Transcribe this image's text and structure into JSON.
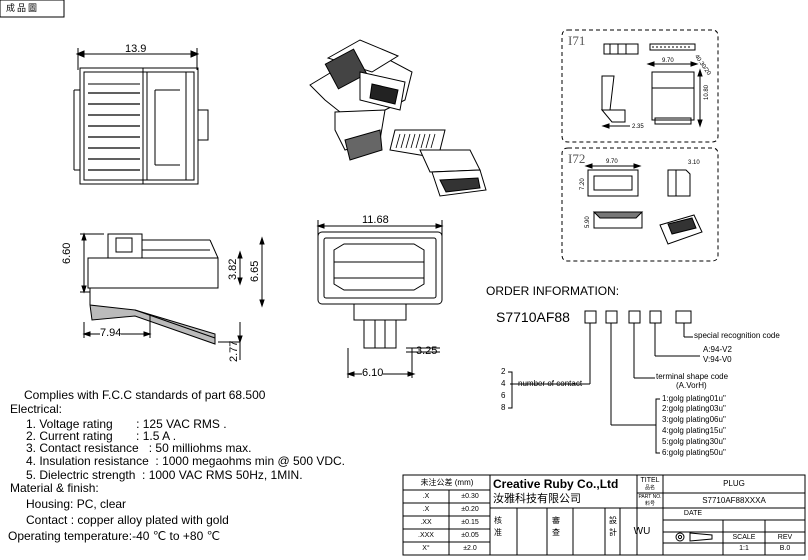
{
  "header": {
    "tab": "成品圖"
  },
  "dimensions": {
    "width_top": "13.9",
    "width_front": "11.68",
    "height_side": "6.60",
    "h_inner": "3.82",
    "h_outer": "6.65",
    "len_side": "7.94",
    "h_tail": "2.77",
    "bottom_w": "6.10",
    "bottom_h": "3.25"
  },
  "detail_i71": {
    "label": "I71",
    "d1": "9.70",
    "d2": "10.80",
    "d3": "2.35",
    "d4": "40.30/20"
  },
  "detail_i72": {
    "label": "I72",
    "d1": "9.70",
    "d2": "3.10",
    "d3": "7.20",
    "d4": "5.90"
  },
  "order": {
    "title": "ORDER INFORMATION:",
    "part": "S7710AF88",
    "special": "special recognition code",
    "codes": [
      "A:94-V2",
      "V:94-V0"
    ],
    "terminal_line1": "terminal shape code",
    "terminal_line2": "(A.VorH)",
    "contacts": [
      "2",
      "4",
      "6",
      "8"
    ],
    "contact_label": "number of contact",
    "plating": [
      "1:golg plating01u\"",
      "2:golg plating03u\"",
      "3:golg plating06u\"",
      "4:golg plating15u\"",
      "5:golg plating30u\"",
      "6:golg plating50u\""
    ]
  },
  "specs": {
    "fcc": "Complies with F.C.C standards of part 68.500",
    "electrical": "Electrical:",
    "items": [
      "1. Voltage rating       : 125 VAC RMS .",
      "2. Current rating       : 1.5 A .",
      "3. Contact resistance   : 50 milliohms max.",
      "4. Insulation resistance  : 1000 megaohms min @ 500 VDC.",
      "5. Dielectric strength  : 1000 VAC RMS 50Hz, 1MIN."
    ],
    "material": "Material & finish:",
    "housing": "Housing: PC, clear",
    "contact": "Contact : copper alloy plated with gold",
    "temp": "Operating temperature:-40 ℃ to +80 ℃"
  },
  "titleblock": {
    "tol_header": "未注公差 (mm)",
    "tol_rows": [
      [
        ".X",
        "±0.30"
      ],
      [
        ".X",
        "±0.20"
      ],
      [
        ".XX",
        "±0.15"
      ],
      [
        ".XXX",
        "±0.05"
      ],
      [
        "X°",
        "±2.0"
      ]
    ],
    "company_en": "Creative Ruby Co.,Ltd",
    "company_cn": "汝雅科技有限公司",
    "titel_label": "TITEL",
    "titel_sub": "品名",
    "title_value": "PLUG",
    "partno_label": "PART NO.",
    "partno_sub": "料号",
    "partno_value": "S7710AF88XXXA",
    "approve": "核准",
    "review": "審查",
    "design": "設計",
    "designer": "WU",
    "date_label": "DATE",
    "scale_label": "SCALE",
    "scale_value": "1:1",
    "rev_label": "REV",
    "rev_value": "B.0"
  }
}
